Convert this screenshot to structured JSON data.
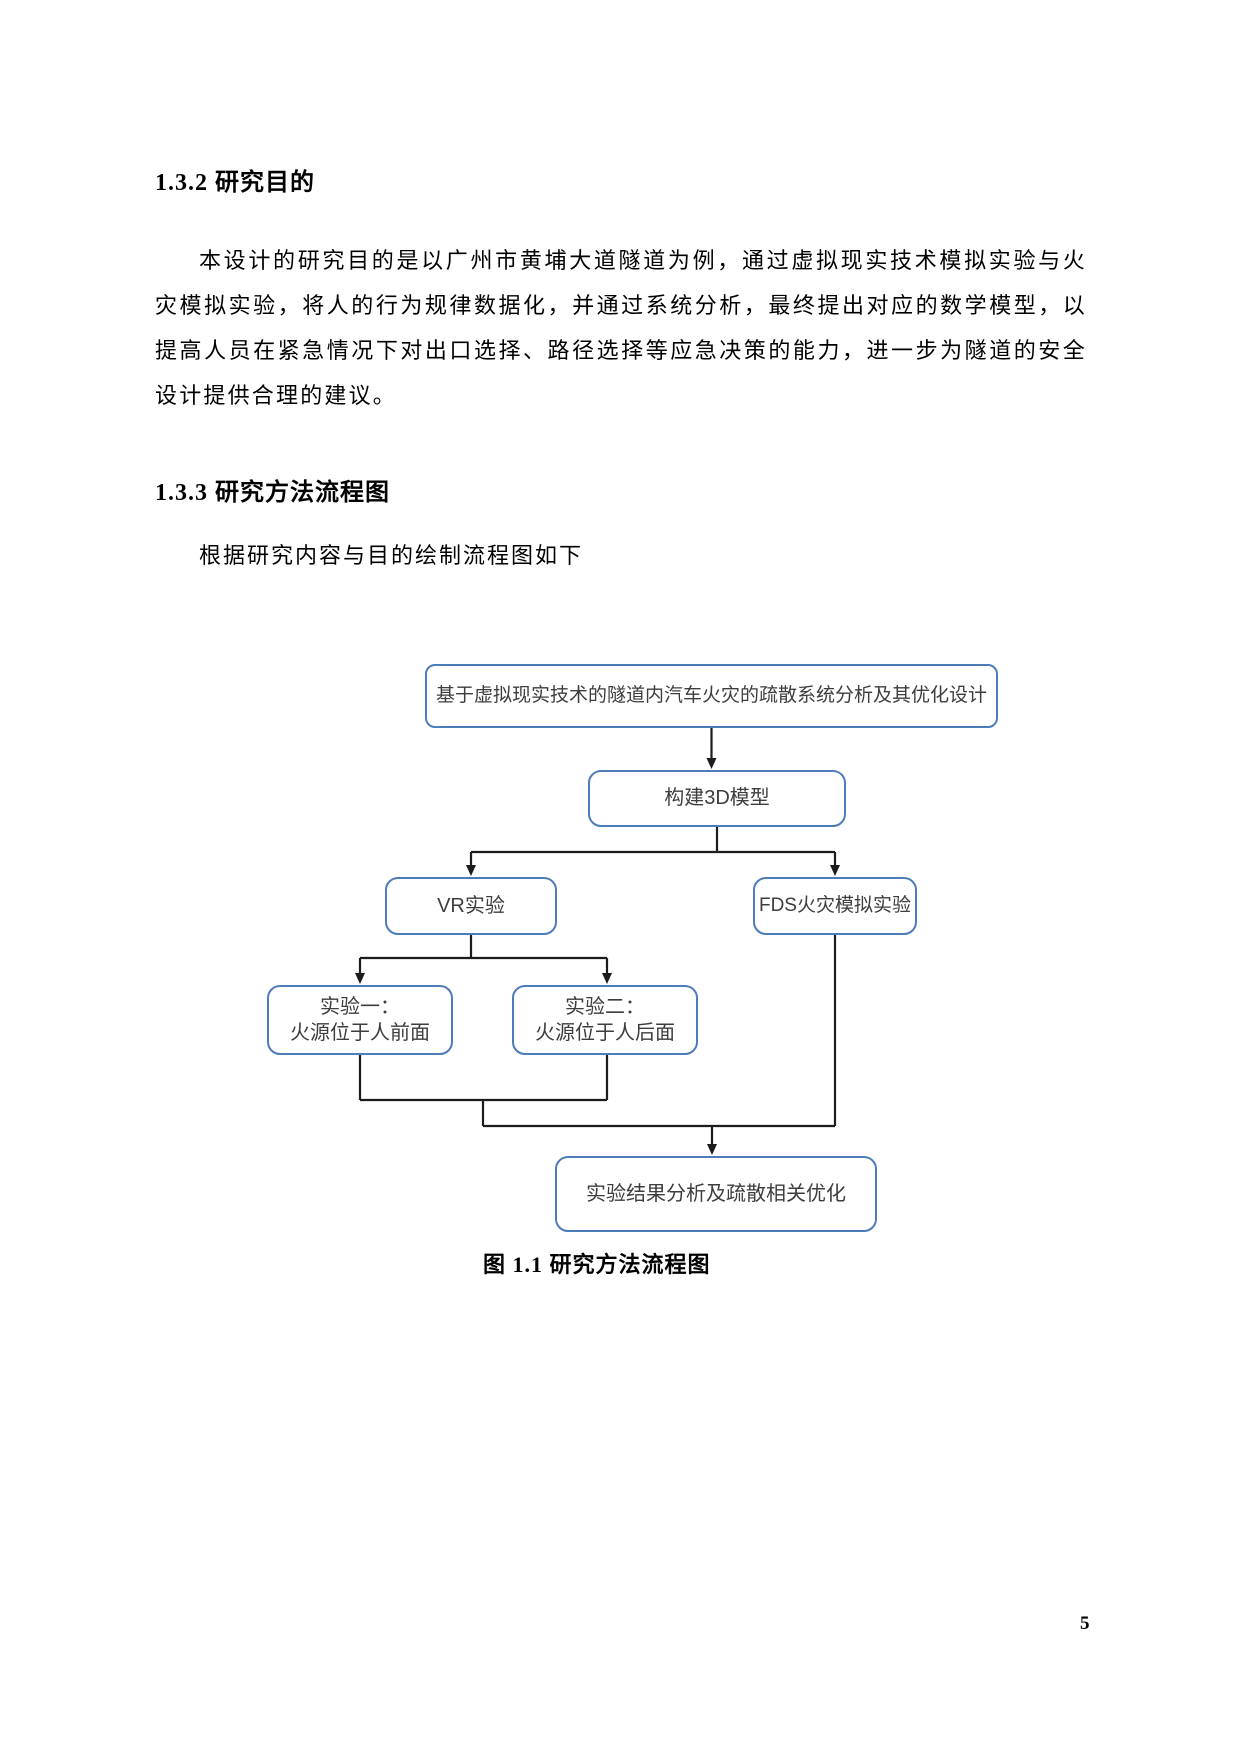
{
  "page": {
    "number": "5"
  },
  "section_purpose": {
    "heading": "1.3.2 研究目的",
    "paragraph": "本设计的研究目的是以广州市黄埔大道隧道为例，通过虚拟现实技术模拟实验与火灾模拟实验，将人的行为规律数据化，并通过系统分析，最终提出对应的数学模型，以提高人员在紧急情况下对出口选择、路径选择等应急决策的能力，进一步为隧道的安全设计提供合理的建议。"
  },
  "section_method": {
    "heading": "1.3.3 研究方法流程图",
    "intro": "根据研究内容与目的绘制流程图如下"
  },
  "flowchart": {
    "border_color": "#4e7cba",
    "line_color": "#1c1c1c",
    "nodes": {
      "main": "基于虚拟现实技术的隧道内汽车火灾的疏散系统分析及其优化设计",
      "model": "构建3D模型",
      "vr": "VR实验",
      "fds": "FDS火灾模拟实验",
      "exp1_line1": "实验一：",
      "exp1_line2": "火源位于人前面",
      "exp2_line1": "实验二：",
      "exp2_line2": "火源位于人后面",
      "result": "实验结果分析及疏散相关优化"
    },
    "caption": "图 1.1 研究方法流程图"
  }
}
